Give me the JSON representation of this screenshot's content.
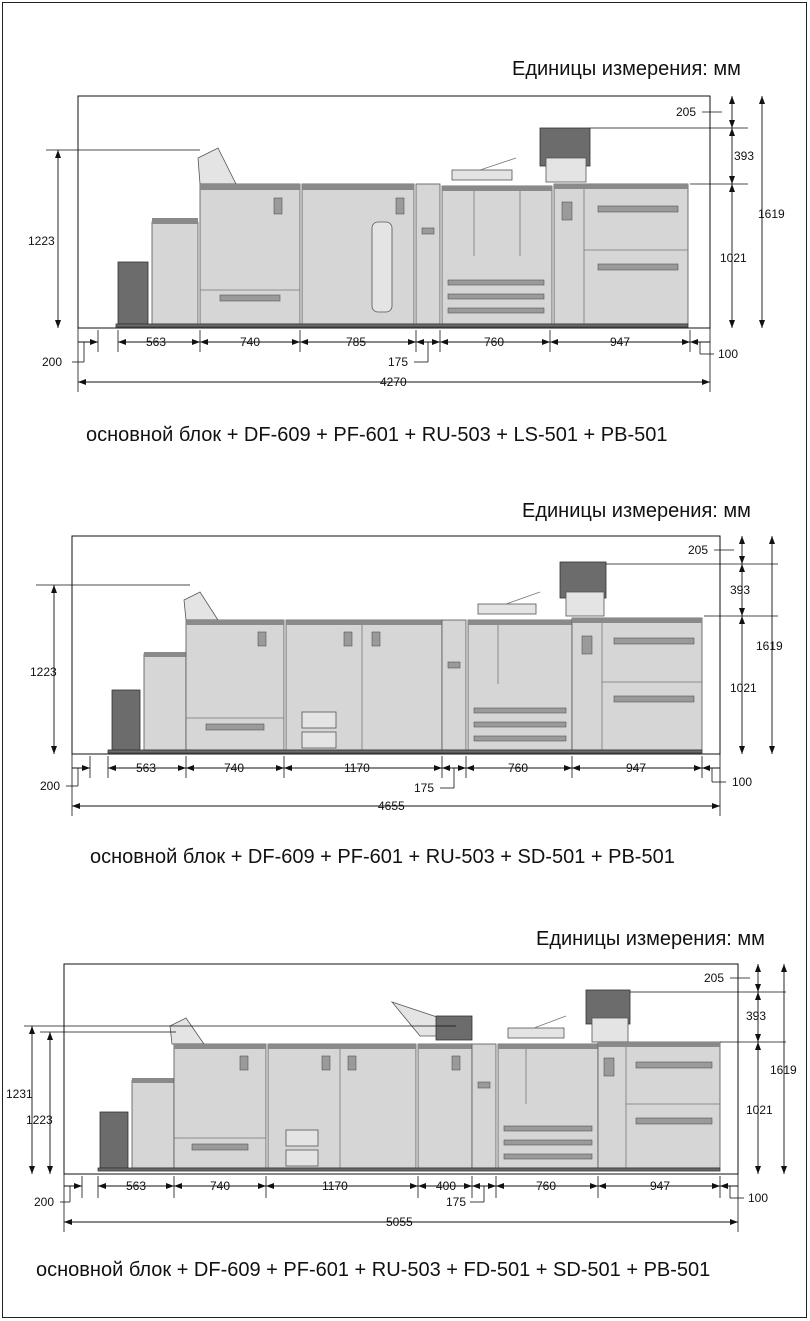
{
  "units_label": "Единицы измерения: мм",
  "figures": [
    {
      "caption": "основной блок + DF-609 + PF-601 + RU-503 + LS-501 + PB-501",
      "widths": [
        "200",
        "563",
        "740",
        "785",
        "175",
        "760",
        "947",
        "100"
      ],
      "total": "4270",
      "heights": [
        "205",
        "393",
        "1021",
        "1619",
        "1223"
      ]
    },
    {
      "caption": "основной блок + DF-609 + PF-601 + RU-503 + SD-501 + PB-501",
      "widths": [
        "200",
        "563",
        "740",
        "1170",
        "175",
        "760",
        "947",
        "100"
      ],
      "total": "4655",
      "heights": [
        "205",
        "393",
        "1021",
        "1619",
        "1223"
      ]
    },
    {
      "caption": "основной блок + DF-609 + PF-601 + RU-503 + FD-501 + SD-501 + PB-501",
      "widths": [
        "200",
        "563",
        "740",
        "1170",
        "400",
        "175",
        "760",
        "947",
        "100"
      ],
      "total": "5055",
      "heights": [
        "205",
        "393",
        "1021",
        "1619",
        "1223",
        "1231"
      ]
    }
  ]
}
